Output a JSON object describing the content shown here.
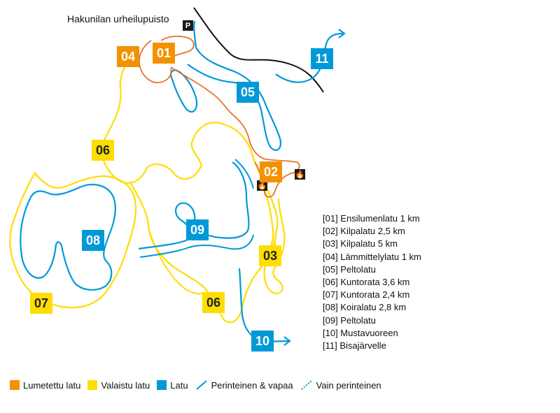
{
  "place_name": "Hakunilan urheilupuisto",
  "symbols": {
    "parking": "P",
    "fire": "🔥",
    "parking_icon": "parking-icon",
    "fire_icon": "campfire-icon"
  },
  "colors": {
    "lumetettu": "#f39200",
    "valaistu": "#ffdd00",
    "latu": "#0099d8",
    "road": "#111111"
  },
  "routes": [
    {
      "code": "01",
      "name": "Ensilumenlatu 1 km",
      "category": "lumetettu"
    },
    {
      "code": "02",
      "name": "Kilpalatu 2,5 km",
      "category": "lumetettu"
    },
    {
      "code": "03",
      "name": "Kilpalatu 5 km",
      "category": "valaistu"
    },
    {
      "code": "04",
      "name": "Lämmittelylatu 1 km",
      "category": "lumetettu"
    },
    {
      "code": "05",
      "name": "Peltolatu",
      "category": "latu"
    },
    {
      "code": "06",
      "name": "Kuntorata 3,6 km",
      "category": "valaistu"
    },
    {
      "code": "07",
      "name": "Kuntorata 2,4 km",
      "category": "valaistu"
    },
    {
      "code": "08",
      "name": "Koiralatu 2,8 km",
      "category": "latu"
    },
    {
      "code": "09",
      "name": "Peltolatu",
      "category": "latu"
    },
    {
      "code": "10",
      "name": "Mustavuoreen",
      "category": "latu"
    },
    {
      "code": "11",
      "name": "Bisajärvelle",
      "category": "latu"
    }
  ],
  "route_list": [
    "[01] Ensilumenlatu 1 km",
    "[02] Kilpalatu 2,5 km",
    "[03] Kilpalatu 5 km",
    "[04] Lämmittelylatu 1 km",
    "[05] Peltolatu",
    "[06] Kuntorata 3,6 km",
    "[07] Kuntorata 2,4 km",
    "[08] Koiralatu 2,8 km",
    "[09] Peltolatu",
    "[10] Mustavuoreen",
    "[11] Bisajärvelle"
  ],
  "legend": {
    "lumetettu": "Lumetettu latu",
    "valaistu": "Valaistu latu",
    "latu": "Latu",
    "perinteinen_vapaa": "Perinteinen & vapaa",
    "vain_perinteinen": "Vain perinteinen"
  }
}
